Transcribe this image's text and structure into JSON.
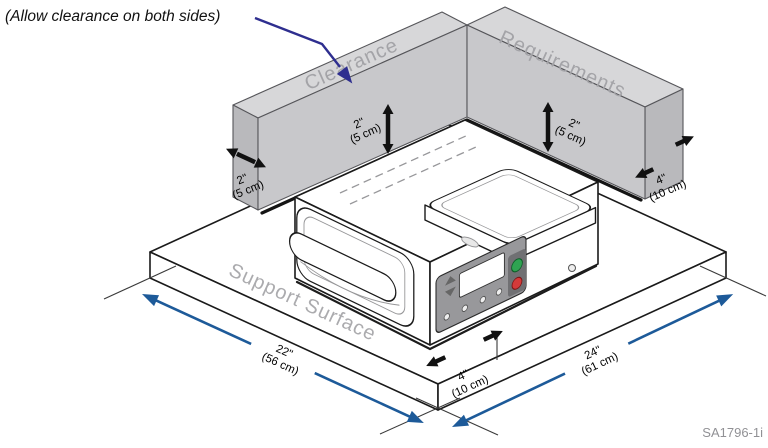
{
  "note": "(Allow clearance on both sides)",
  "reference_code": "SA1796-1i",
  "wall": {
    "left_label": "Clearance",
    "right_label": "Requirements"
  },
  "surface_label": "Support Surface",
  "clearances": {
    "top_left": {
      "inches": "2\"",
      "metric": "(5 cm)"
    },
    "top_right": {
      "inches": "2\"",
      "metric": "(5 cm)"
    },
    "left_end": {
      "inches": "2\"",
      "metric": "(5 cm)"
    },
    "right_end": {
      "inches": "4\"",
      "metric": "(10 cm)"
    },
    "front": {
      "inches": "4\"",
      "metric": "(10 cm)"
    }
  },
  "surface_dimensions": {
    "left": {
      "inches": "22\"",
      "metric": "(56 cm)"
    },
    "right": {
      "inches": "24\"",
      "metric": "(61 cm)"
    }
  },
  "colors": {
    "wall_fill": "#c8c8cb",
    "wall_text": "#a4a4a8",
    "surface_text": "#ababae",
    "dimension_arrow": "#1d5a99",
    "clearance_arrow": "#111111",
    "note_arrow": "#2e2e8f",
    "reference_text": "#919195"
  }
}
